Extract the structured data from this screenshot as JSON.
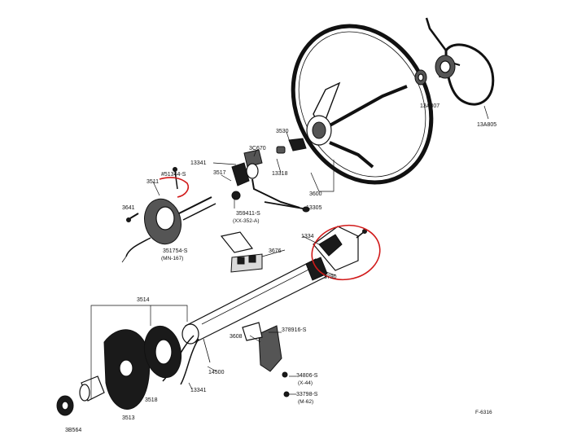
{
  "figure_id": "F-6316",
  "parts": {
    "p3600": "3600",
    "p13A807": "13A807",
    "p13A805": "13A805",
    "p3530": "3530",
    "p3C670": "3C670",
    "p13341_top": "13341",
    "p13318": "13318",
    "p3517": "3517",
    "p3511": "3511",
    "p51344": "#51344-S",
    "p3641": "3641",
    "p359411": "359411-S",
    "p359411_sub": "(XX-352-A)",
    "p13305": "13305",
    "p351754": "351754-S",
    "p351754_sub": "(MN-167)",
    "p3676": "3676",
    "p13341_mid": "1334",
    "p3790": "3790",
    "p3514": "3514",
    "p3608": "3608",
    "p378916": "378916-S",
    "p14500": "14500",
    "p13341_low": "13341",
    "p3518": "3518",
    "p3513": "3513",
    "p3B564": "3B564",
    "p34806": "34806-S",
    "p34806_sub": "(X-44)",
    "p33798": "33798-S",
    "p33798_sub": "(M-62)"
  },
  "colors": {
    "ink": "#111111",
    "highlight": "#d11a1a",
    "background": "#ffffff"
  }
}
